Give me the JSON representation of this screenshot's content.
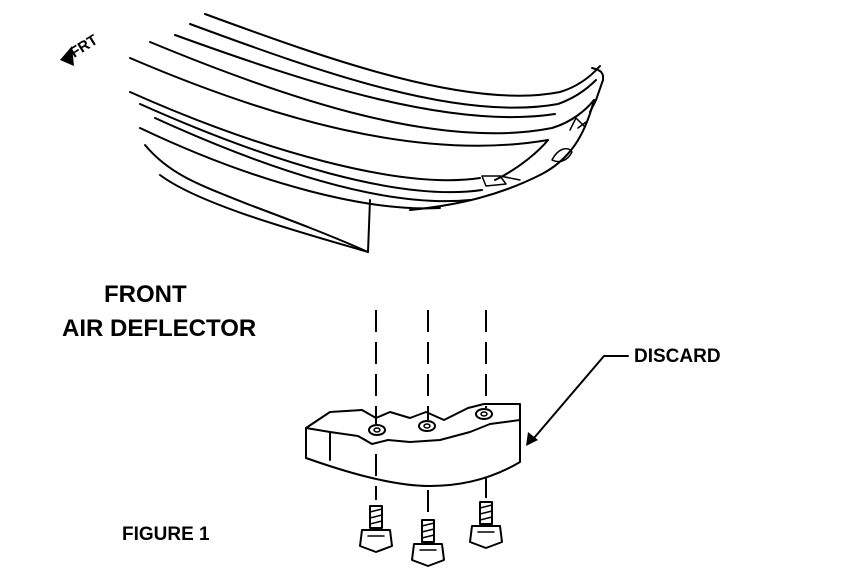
{
  "figure": {
    "direction_label": "FRT",
    "title_line1": "FRONT",
    "title_line2": "AIR DEFLECTOR",
    "callout_label": "DISCARD",
    "caption": "FIGURE 1"
  }
}
